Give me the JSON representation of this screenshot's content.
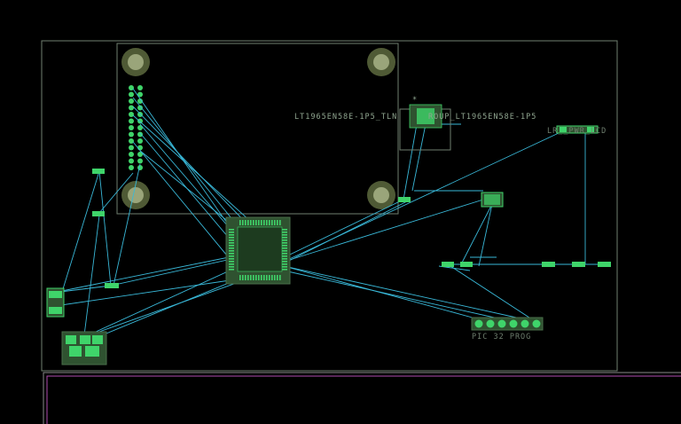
{
  "colors": {
    "background": "#000000",
    "board_outline": "#6f7f6f",
    "silkscreen": "#8fa58f",
    "ratsnest": "#39b8d8",
    "pad": "#3fd46a",
    "pad_dark": "#2c7a3a",
    "component_body": "#2f5230",
    "mounting_hole": "#9aa57a",
    "frame_outline": "#b04cb0"
  },
  "labels": {
    "ic_left": "LT1965EN58E-1P5_TLN",
    "ic_right": "ROUP_LT1965EN58E-1P5",
    "lcd_power": "LR__PWR_LCD",
    "programmer": "PIC 32 PROG",
    "dot_marker": "*"
  },
  "toolbox": {
    "icons": [
      "component-icon",
      "mounting-hole-icon",
      "ratsnest-icon"
    ]
  }
}
